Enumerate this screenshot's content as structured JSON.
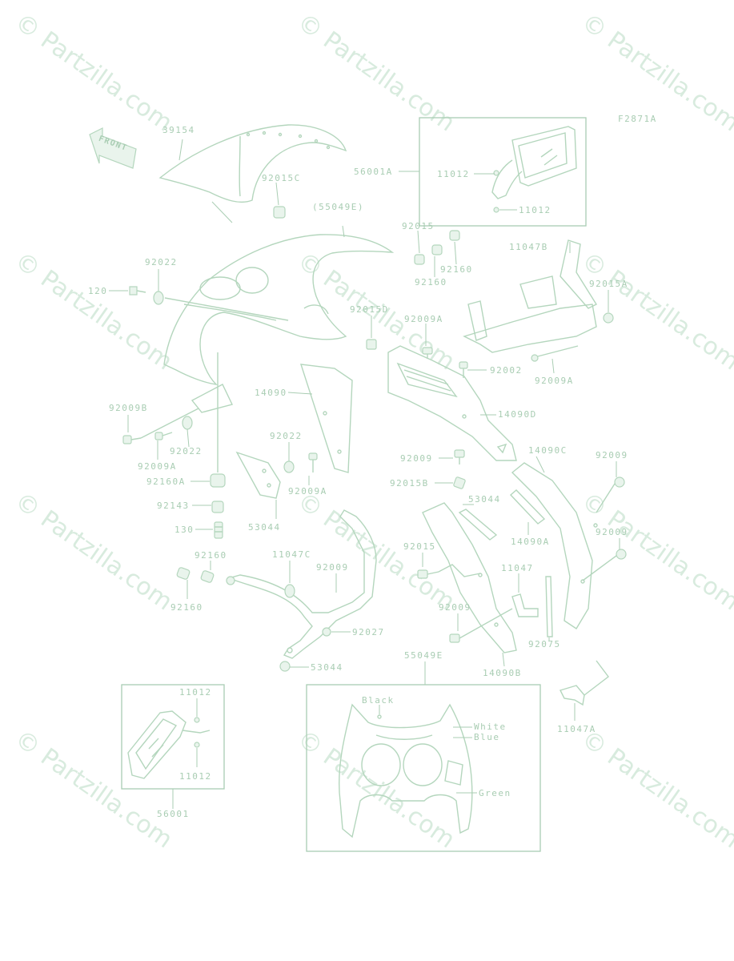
{
  "diagram": {
    "code": "F2871A",
    "front_arrow_text": "FRONT",
    "watermark": "© Partzilla.com",
    "labels": [
      {
        "id": "l39154",
        "text": "39154"
      },
      {
        "id": "l92015c",
        "text": "92015C"
      },
      {
        "id": "l55049e_top",
        "text": "(55049E)"
      },
      {
        "id": "l56001a",
        "text": "56001A"
      },
      {
        "id": "l11012_a",
        "text": "11012"
      },
      {
        "id": "l11012_b",
        "text": "11012"
      },
      {
        "id": "l92015_a",
        "text": "92015"
      },
      {
        "id": "l92160_a",
        "text": "92160"
      },
      {
        "id": "l92160_b",
        "text": "92160"
      },
      {
        "id": "l11047b",
        "text": "11047B"
      },
      {
        "id": "l92015a",
        "text": "92015A"
      },
      {
        "id": "l92022_a",
        "text": "92022"
      },
      {
        "id": "l120",
        "text": "120"
      },
      {
        "id": "l92015d",
        "text": "92015D"
      },
      {
        "id": "l92009a_a",
        "text": "92009A"
      },
      {
        "id": "l92009a_b",
        "text": "92009A"
      },
      {
        "id": "l92002",
        "text": "92002"
      },
      {
        "id": "l14090",
        "text": "14090"
      },
      {
        "id": "l14090d",
        "text": "14090D"
      },
      {
        "id": "l92009b",
        "text": "92009B"
      },
      {
        "id": "l92022_b",
        "text": "92022"
      },
      {
        "id": "l92009a_c",
        "text": "92009A"
      },
      {
        "id": "l92022_c",
        "text": "92022"
      },
      {
        "id": "l92009_a",
        "text": "92009"
      },
      {
        "id": "l14090c",
        "text": "14090C"
      },
      {
        "id": "l92009_b",
        "text": "92009"
      },
      {
        "id": "l92160a",
        "text": "92160A"
      },
      {
        "id": "l92009a_d",
        "text": "92009A"
      },
      {
        "id": "l92015b",
        "text": "92015B"
      },
      {
        "id": "l53044_a",
        "text": "53044"
      },
      {
        "id": "l92143",
        "text": "92143"
      },
      {
        "id": "l14090a",
        "text": "14090A"
      },
      {
        "id": "l53044_b",
        "text": "53044"
      },
      {
        "id": "l130",
        "text": "130"
      },
      {
        "id": "l92009_c",
        "text": "92009"
      },
      {
        "id": "l92160_c",
        "text": "92160"
      },
      {
        "id": "l92015_b",
        "text": "92015"
      },
      {
        "id": "l11047c",
        "text": "11047C"
      },
      {
        "id": "l92009_d",
        "text": "92009"
      },
      {
        "id": "l11047",
        "text": "11047"
      },
      {
        "id": "l92160_d",
        "text": "92160"
      },
      {
        "id": "l92027",
        "text": "92027"
      },
      {
        "id": "l92009_e",
        "text": "92009"
      },
      {
        "id": "l53044_c",
        "text": "53044"
      },
      {
        "id": "l92075",
        "text": "92075"
      },
      {
        "id": "l55049e",
        "text": "55049E"
      },
      {
        "id": "l14090b",
        "text": "14090B"
      },
      {
        "id": "l11012_c",
        "text": "11012"
      },
      {
        "id": "l11012_d",
        "text": "11012"
      },
      {
        "id": "l56001",
        "text": "56001"
      },
      {
        "id": "l11047a",
        "text": "11047A"
      },
      {
        "id": "lblack",
        "text": "Black"
      },
      {
        "id": "lwhite",
        "text": "White"
      },
      {
        "id": "lblue",
        "text": "Blue"
      },
      {
        "id": "lgreen",
        "text": "Green"
      }
    ]
  }
}
